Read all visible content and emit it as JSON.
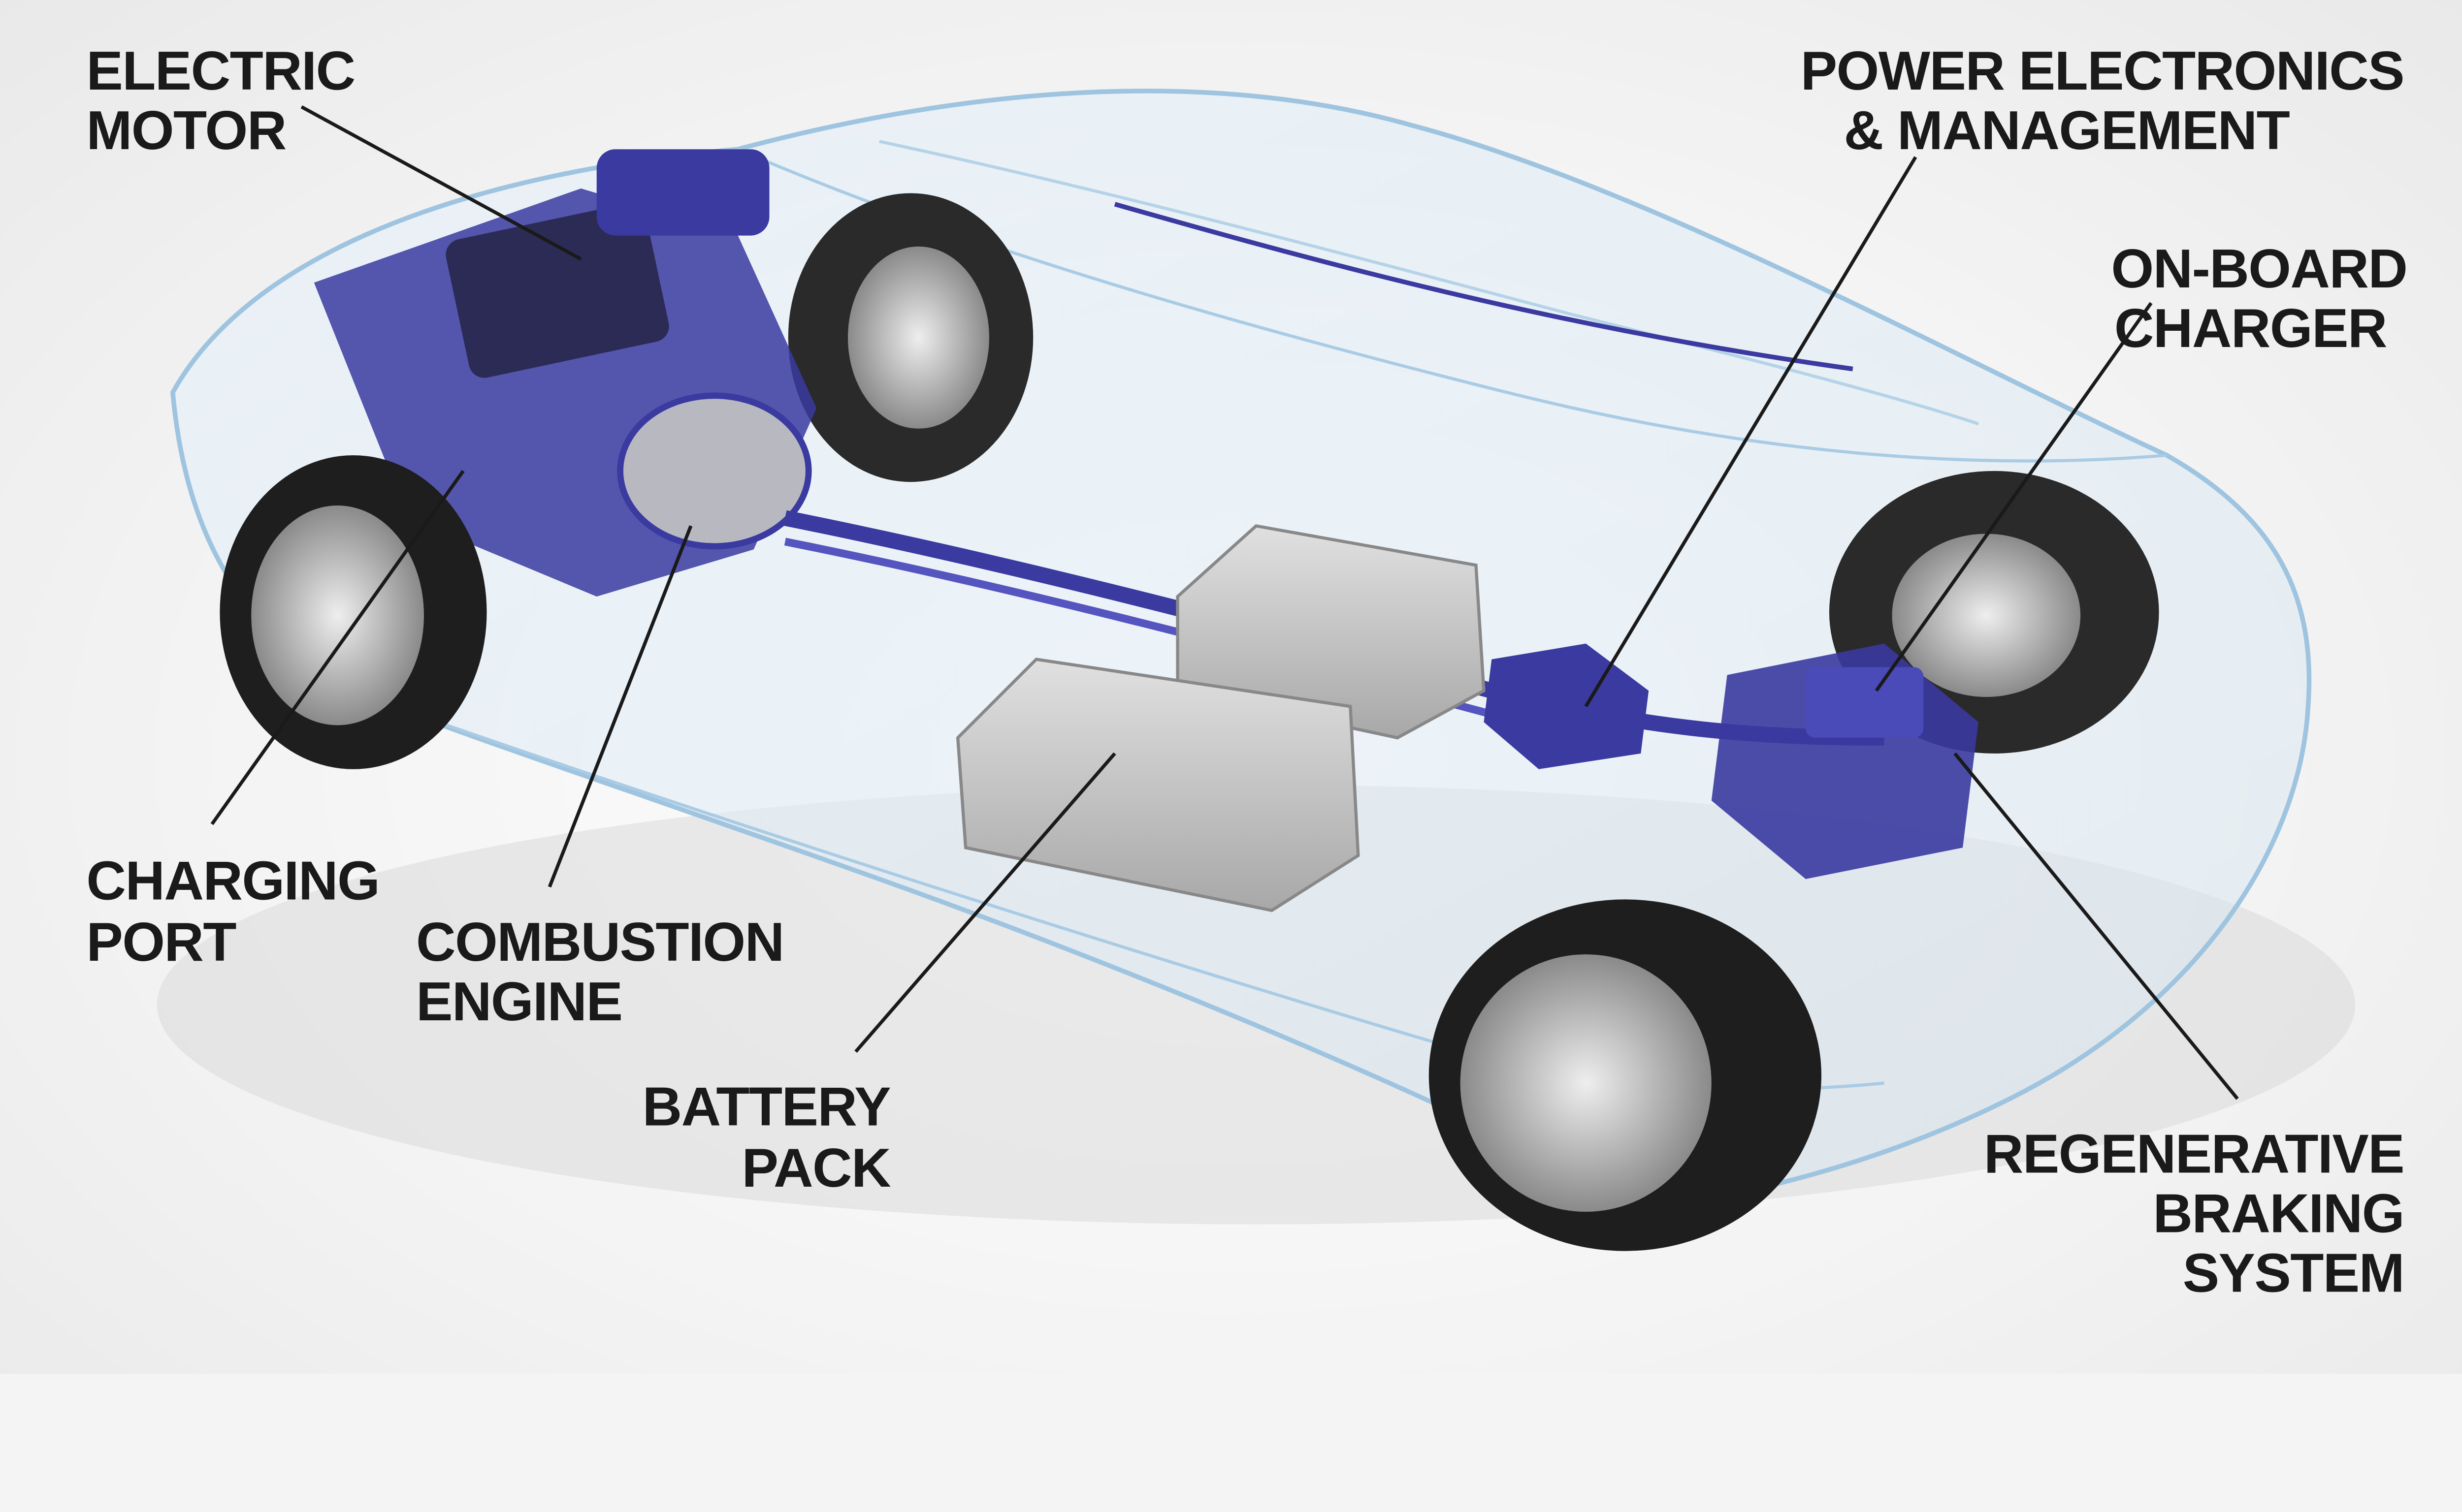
{
  "labels": {
    "electric_motor": [
      "ELECTRIC",
      "MOTOR"
    ],
    "power_electronics": [
      "POWER ELECTRONICS",
      "& MANAGEMENT"
    ],
    "on_board_charger": [
      "ON-BOARD",
      "CHARGER"
    ],
    "charging_port": [
      "CHARGING",
      "PORT"
    ],
    "combustion_engine": [
      "COMBUSTION",
      "ENGINE"
    ],
    "battery_pack": [
      "BATTERY",
      "PACK"
    ],
    "regenerative_braking": [
      "REGENERATIVE",
      "BRAKING",
      "SYSTEM"
    ]
  },
  "colors": {
    "component_blue": "#3a3aa0",
    "glass_outline": "#9fc4e0",
    "battery_silver": "#c9c9c9",
    "tire": "#1e1e1e",
    "label_text": "#1a1a1a"
  }
}
